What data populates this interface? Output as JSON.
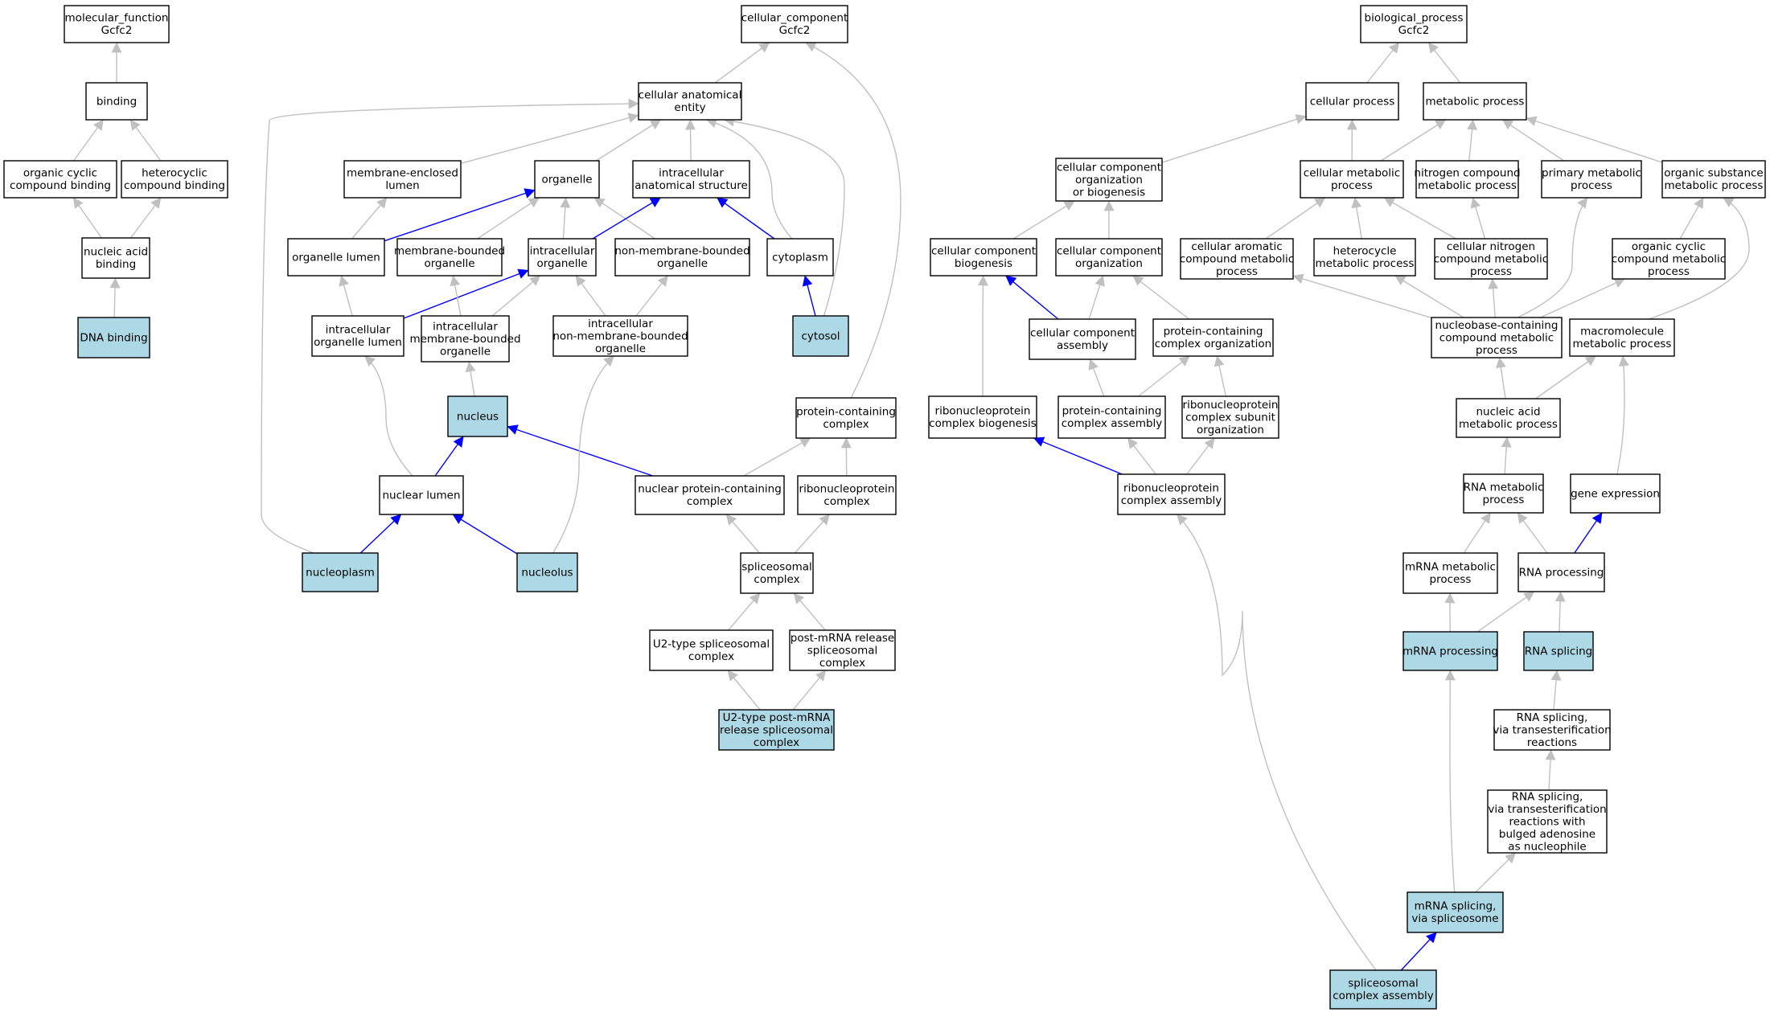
{
  "colors": {
    "highlight_fill": "#add8e6",
    "normal_fill": "#ffffff",
    "edge_gray": "#c0c0c0",
    "edge_blue": "#0000ff",
    "stroke": "#000000"
  },
  "nodes": [
    {
      "id": "mf",
      "lines": [
        "molecular_function",
        "Gcfc2"
      ],
      "highlight": false
    },
    {
      "id": "binding",
      "lines": [
        "binding"
      ],
      "highlight": false
    },
    {
      "id": "ocb",
      "lines": [
        "organic cyclic",
        "compound binding"
      ],
      "highlight": false
    },
    {
      "id": "hcb",
      "lines": [
        "heterocyclic",
        "compound binding"
      ],
      "highlight": false
    },
    {
      "id": "nab",
      "lines": [
        "nucleic acid",
        "binding"
      ],
      "highlight": false
    },
    {
      "id": "dnab",
      "lines": [
        "DNA binding"
      ],
      "highlight": true
    },
    {
      "id": "cc",
      "lines": [
        "cellular_component",
        "Gcfc2"
      ],
      "highlight": false
    },
    {
      "id": "cae",
      "lines": [
        "cellular anatomical",
        "entity"
      ],
      "highlight": false
    },
    {
      "id": "mel",
      "lines": [
        "membrane-enclosed",
        "lumen"
      ],
      "highlight": false
    },
    {
      "id": "org",
      "lines": [
        "organelle"
      ],
      "highlight": false
    },
    {
      "id": "ias",
      "lines": [
        "intracellular",
        "anatomical structure"
      ],
      "highlight": false
    },
    {
      "id": "orgl",
      "lines": [
        "organelle lumen"
      ],
      "highlight": false
    },
    {
      "id": "mbo",
      "lines": [
        "membrane-bounded",
        "organelle"
      ],
      "highlight": false
    },
    {
      "id": "io",
      "lines": [
        "intracellular",
        "organelle"
      ],
      "highlight": false
    },
    {
      "id": "nmbo",
      "lines": [
        "non-membrane-bounded",
        "organelle"
      ],
      "highlight": false
    },
    {
      "id": "cyto",
      "lines": [
        "cytoplasm"
      ],
      "highlight": false
    },
    {
      "id": "iol",
      "lines": [
        "intracellular",
        "organelle lumen"
      ],
      "highlight": false
    },
    {
      "id": "imbo",
      "lines": [
        "intracellular",
        "membrane-bounded",
        "organelle"
      ],
      "highlight": false
    },
    {
      "id": "inmbo",
      "lines": [
        "intracellular",
        "non-membrane-bounded",
        "organelle"
      ],
      "highlight": false
    },
    {
      "id": "cytosol",
      "lines": [
        "cytosol"
      ],
      "highlight": true
    },
    {
      "id": "nucleus",
      "lines": [
        "nucleus"
      ],
      "highlight": true
    },
    {
      "id": "pcc",
      "lines": [
        "protein-containing",
        "complex"
      ],
      "highlight": false
    },
    {
      "id": "nl",
      "lines": [
        "nuclear lumen"
      ],
      "highlight": false
    },
    {
      "id": "npcc",
      "lines": [
        "nuclear protein-containing",
        "complex"
      ],
      "highlight": false
    },
    {
      "id": "rnpc",
      "lines": [
        "ribonucleoprotein",
        "complex"
      ],
      "highlight": false
    },
    {
      "id": "nucleoplasm",
      "lines": [
        "nucleoplasm"
      ],
      "highlight": true
    },
    {
      "id": "nucleolus",
      "lines": [
        "nucleolus"
      ],
      "highlight": true
    },
    {
      "id": "sc",
      "lines": [
        "spliceosomal",
        "complex"
      ],
      "highlight": false
    },
    {
      "id": "u2sc",
      "lines": [
        "U2-type spliceosomal",
        "complex"
      ],
      "highlight": false
    },
    {
      "id": "pmrsc",
      "lines": [
        "post-mRNA release",
        "spliceosomal",
        "complex"
      ],
      "highlight": false
    },
    {
      "id": "u2pm",
      "lines": [
        "U2-type post-mRNA",
        "release spliceosomal",
        "complex"
      ],
      "highlight": true
    },
    {
      "id": "bp",
      "lines": [
        "biological_process",
        "Gcfc2"
      ],
      "highlight": false
    },
    {
      "id": "cp",
      "lines": [
        "cellular process"
      ],
      "highlight": false
    },
    {
      "id": "mp",
      "lines": [
        "metabolic process"
      ],
      "highlight": false
    },
    {
      "id": "ccob",
      "lines": [
        "cellular component",
        "organization",
        "or biogenesis"
      ],
      "highlight": false
    },
    {
      "id": "cmp",
      "lines": [
        "cellular metabolic",
        "process"
      ],
      "highlight": false
    },
    {
      "id": "ncmp",
      "lines": [
        "nitrogen compound",
        "metabolic process"
      ],
      "highlight": false
    },
    {
      "id": "pmp",
      "lines": [
        "primary metabolic",
        "process"
      ],
      "highlight": false
    },
    {
      "id": "osmp",
      "lines": [
        "organic substance",
        "metabolic process"
      ],
      "highlight": false
    },
    {
      "id": "ccb",
      "lines": [
        "cellular component",
        "biogenesis"
      ],
      "highlight": false
    },
    {
      "id": "cco",
      "lines": [
        "cellular component",
        "organization"
      ],
      "highlight": false
    },
    {
      "id": "cacmp",
      "lines": [
        "cellular aromatic",
        "compound metabolic",
        "process"
      ],
      "highlight": false
    },
    {
      "id": "hmp",
      "lines": [
        "heterocycle",
        "metabolic process"
      ],
      "highlight": false
    },
    {
      "id": "cncmp",
      "lines": [
        "cellular nitrogen",
        "compound metabolic",
        "process"
      ],
      "highlight": false
    },
    {
      "id": "occmp",
      "lines": [
        "organic cyclic",
        "compound metabolic",
        "process"
      ],
      "highlight": false
    },
    {
      "id": "cca",
      "lines": [
        "cellular component",
        "assembly"
      ],
      "highlight": false
    },
    {
      "id": "pcco",
      "lines": [
        "protein-containing",
        "complex organization"
      ],
      "highlight": false
    },
    {
      "id": "nbcmp",
      "lines": [
        "nucleobase-containing",
        "compound metabolic",
        "process"
      ],
      "highlight": false
    },
    {
      "id": "mmp",
      "lines": [
        "macromolecule",
        "metabolic process"
      ],
      "highlight": false
    },
    {
      "id": "rnpcb",
      "lines": [
        "ribonucleoprotein",
        "complex biogenesis"
      ],
      "highlight": false
    },
    {
      "id": "pcca",
      "lines": [
        "protein-containing",
        "complex assembly"
      ],
      "highlight": false
    },
    {
      "id": "rnpcso",
      "lines": [
        "ribonucleoprotein",
        "complex subunit",
        "organization"
      ],
      "highlight": false
    },
    {
      "id": "namp",
      "lines": [
        "nucleic acid",
        "metabolic process"
      ],
      "highlight": false
    },
    {
      "id": "rnpca",
      "lines": [
        "ribonucleoprotein",
        "complex assembly"
      ],
      "highlight": false
    },
    {
      "id": "rnamp",
      "lines": [
        "RNA metabolic",
        "process"
      ],
      "highlight": false
    },
    {
      "id": "ge",
      "lines": [
        "gene expression"
      ],
      "highlight": false
    },
    {
      "id": "mrnamp",
      "lines": [
        "mRNA metabolic",
        "process"
      ],
      "highlight": false
    },
    {
      "id": "rnap",
      "lines": [
        "RNA processing"
      ],
      "highlight": false
    },
    {
      "id": "mrnap",
      "lines": [
        "mRNA processing"
      ],
      "highlight": true
    },
    {
      "id": "rnas",
      "lines": [
        "RNA splicing"
      ],
      "highlight": true
    },
    {
      "id": "rnast",
      "lines": [
        "RNA splicing,",
        "via transesterification",
        "reactions"
      ],
      "highlight": false
    },
    {
      "id": "rnastb",
      "lines": [
        "RNA splicing,",
        "via transesterification",
        "reactions with",
        "bulged adenosine",
        "as nucleophile"
      ],
      "highlight": false
    },
    {
      "id": "mrnas",
      "lines": [
        "mRNA splicing,",
        "via spliceosome"
      ],
      "highlight": true
    },
    {
      "id": "sca",
      "lines": [
        "spliceosomal",
        "complex assembly"
      ],
      "highlight": true
    }
  ],
  "edges": [
    {
      "from": "binding",
      "to": "mf",
      "blue": false
    },
    {
      "from": "ocb",
      "to": "binding",
      "blue": false
    },
    {
      "from": "hcb",
      "to": "binding",
      "blue": false
    },
    {
      "from": "nab",
      "to": "ocb",
      "blue": false
    },
    {
      "from": "nab",
      "to": "hcb",
      "blue": false
    },
    {
      "from": "dnab",
      "to": "nab",
      "blue": false
    },
    {
      "from": "cae",
      "to": "cc",
      "blue": false
    },
    {
      "from": "pcc",
      "to": "cc",
      "blue": false
    },
    {
      "from": "mel",
      "to": "cae",
      "blue": false
    },
    {
      "from": "org",
      "to": "cae",
      "blue": false
    },
    {
      "from": "ias",
      "to": "cae",
      "blue": false
    },
    {
      "from": "cyto",
      "to": "cae",
      "blue": false
    },
    {
      "from": "cytosol",
      "to": "cae",
      "blue": false
    },
    {
      "from": "nucleoplasm",
      "to": "cae",
      "blue": false
    },
    {
      "from": "orgl",
      "to": "mel",
      "blue": false
    },
    {
      "from": "orgl",
      "to": "org",
      "blue": true
    },
    {
      "from": "mbo",
      "to": "org",
      "blue": false
    },
    {
      "from": "io",
      "to": "org",
      "blue": false
    },
    {
      "from": "nmbo",
      "to": "org",
      "blue": false
    },
    {
      "from": "io",
      "to": "ias",
      "blue": true
    },
    {
      "from": "cyto",
      "to": "ias",
      "blue": true
    },
    {
      "from": "cytosol",
      "to": "cyto",
      "blue": true
    },
    {
      "from": "iol",
      "to": "orgl",
      "blue": false
    },
    {
      "from": "iol",
      "to": "io",
      "blue": true
    },
    {
      "from": "imbo",
      "to": "mbo",
      "blue": false
    },
    {
      "from": "imbo",
      "to": "io",
      "blue": false
    },
    {
      "from": "inmbo",
      "to": "io",
      "blue": false
    },
    {
      "from": "inmbo",
      "to": "nmbo",
      "blue": false
    },
    {
      "from": "nucleus",
      "to": "imbo",
      "blue": false
    },
    {
      "from": "nl",
      "to": "iol",
      "blue": false
    },
    {
      "from": "nl",
      "to": "nucleus",
      "blue": true
    },
    {
      "from": "npcc",
      "to": "nucleus",
      "blue": true
    },
    {
      "from": "npcc",
      "to": "pcc",
      "blue": false
    },
    {
      "from": "rnpc",
      "to": "pcc",
      "blue": false
    },
    {
      "from": "nucleoplasm",
      "to": "nl",
      "blue": true
    },
    {
      "from": "nucleolus",
      "to": "nl",
      "blue": true
    },
    {
      "from": "nucleolus",
      "to": "inmbo",
      "blue": false
    },
    {
      "from": "sc",
      "to": "npcc",
      "blue": false
    },
    {
      "from": "sc",
      "to": "rnpc",
      "blue": false
    },
    {
      "from": "u2sc",
      "to": "sc",
      "blue": false
    },
    {
      "from": "pmrsc",
      "to": "sc",
      "blue": false
    },
    {
      "from": "u2pm",
      "to": "u2sc",
      "blue": false
    },
    {
      "from": "u2pm",
      "to": "pmrsc",
      "blue": false
    },
    {
      "from": "cp",
      "to": "bp",
      "blue": false
    },
    {
      "from": "mp",
      "to": "bp",
      "blue": false
    },
    {
      "from": "ccob",
      "to": "cp",
      "blue": false
    },
    {
      "from": "cmp",
      "to": "cp",
      "blue": false
    },
    {
      "from": "cmp",
      "to": "mp",
      "blue": false
    },
    {
      "from": "ncmp",
      "to": "mp",
      "blue": false
    },
    {
      "from": "pmp",
      "to": "mp",
      "blue": false
    },
    {
      "from": "osmp",
      "to": "mp",
      "blue": false
    },
    {
      "from": "ccb",
      "to": "ccob",
      "blue": false
    },
    {
      "from": "cco",
      "to": "ccob",
      "blue": false
    },
    {
      "from": "cacmp",
      "to": "cmp",
      "blue": false
    },
    {
      "from": "hmp",
      "to": "cmp",
      "blue": false
    },
    {
      "from": "cncmp",
      "to": "cmp",
      "blue": false
    },
    {
      "from": "cncmp",
      "to": "ncmp",
      "blue": false
    },
    {
      "from": "occmp",
      "to": "osmp",
      "blue": false
    },
    {
      "from": "cca",
      "to": "ccb",
      "blue": true
    },
    {
      "from": "cca",
      "to": "cco",
      "blue": false
    },
    {
      "from": "pcco",
      "to": "cco",
      "blue": false
    },
    {
      "from": "rnpcb",
      "to": "ccb",
      "blue": false
    },
    {
      "from": "nbcmp",
      "to": "cacmp",
      "blue": false
    },
    {
      "from": "nbcmp",
      "to": "hmp",
      "blue": false
    },
    {
      "from": "nbcmp",
      "to": "cncmp",
      "blue": false
    },
    {
      "from": "nbcmp",
      "to": "occmp",
      "blue": false
    },
    {
      "from": "nbcmp",
      "to": "pmp",
      "blue": false
    },
    {
      "from": "mmp",
      "to": "osmp",
      "blue": false
    },
    {
      "from": "pcca",
      "to": "cca",
      "blue": false
    },
    {
      "from": "pcca",
      "to": "pcco",
      "blue": false
    },
    {
      "from": "rnpcso",
      "to": "pcco",
      "blue": false
    },
    {
      "from": "namp",
      "to": "nbcmp",
      "blue": false
    },
    {
      "from": "namp",
      "to": "mmp",
      "blue": false
    },
    {
      "from": "rnpca",
      "to": "rnpcb",
      "blue": true
    },
    {
      "from": "rnpca",
      "to": "pcca",
      "blue": false
    },
    {
      "from": "rnpca",
      "to": "rnpcso",
      "blue": false
    },
    {
      "from": "rnamp",
      "to": "namp",
      "blue": false
    },
    {
      "from": "ge",
      "to": "mmp",
      "blue": false
    },
    {
      "from": "mrnamp",
      "to": "rnamp",
      "blue": false
    },
    {
      "from": "rnap",
      "to": "rnamp",
      "blue": false
    },
    {
      "from": "rnap",
      "to": "ge",
      "blue": true
    },
    {
      "from": "mrnap",
      "to": "mrnamp",
      "blue": false
    },
    {
      "from": "mrnap",
      "to": "rnap",
      "blue": false
    },
    {
      "from": "rnas",
      "to": "rnap",
      "blue": false
    },
    {
      "from": "rnast",
      "to": "rnas",
      "blue": false
    },
    {
      "from": "rnastb",
      "to": "rnast",
      "blue": false
    },
    {
      "from": "mrnas",
      "to": "mrnap",
      "blue": false
    },
    {
      "from": "mrnas",
      "to": "rnastb",
      "blue": false
    },
    {
      "from": "sca",
      "to": "mrnas",
      "blue": true
    },
    {
      "from": "sca",
      "to": "rnpca",
      "blue": false
    }
  ]
}
